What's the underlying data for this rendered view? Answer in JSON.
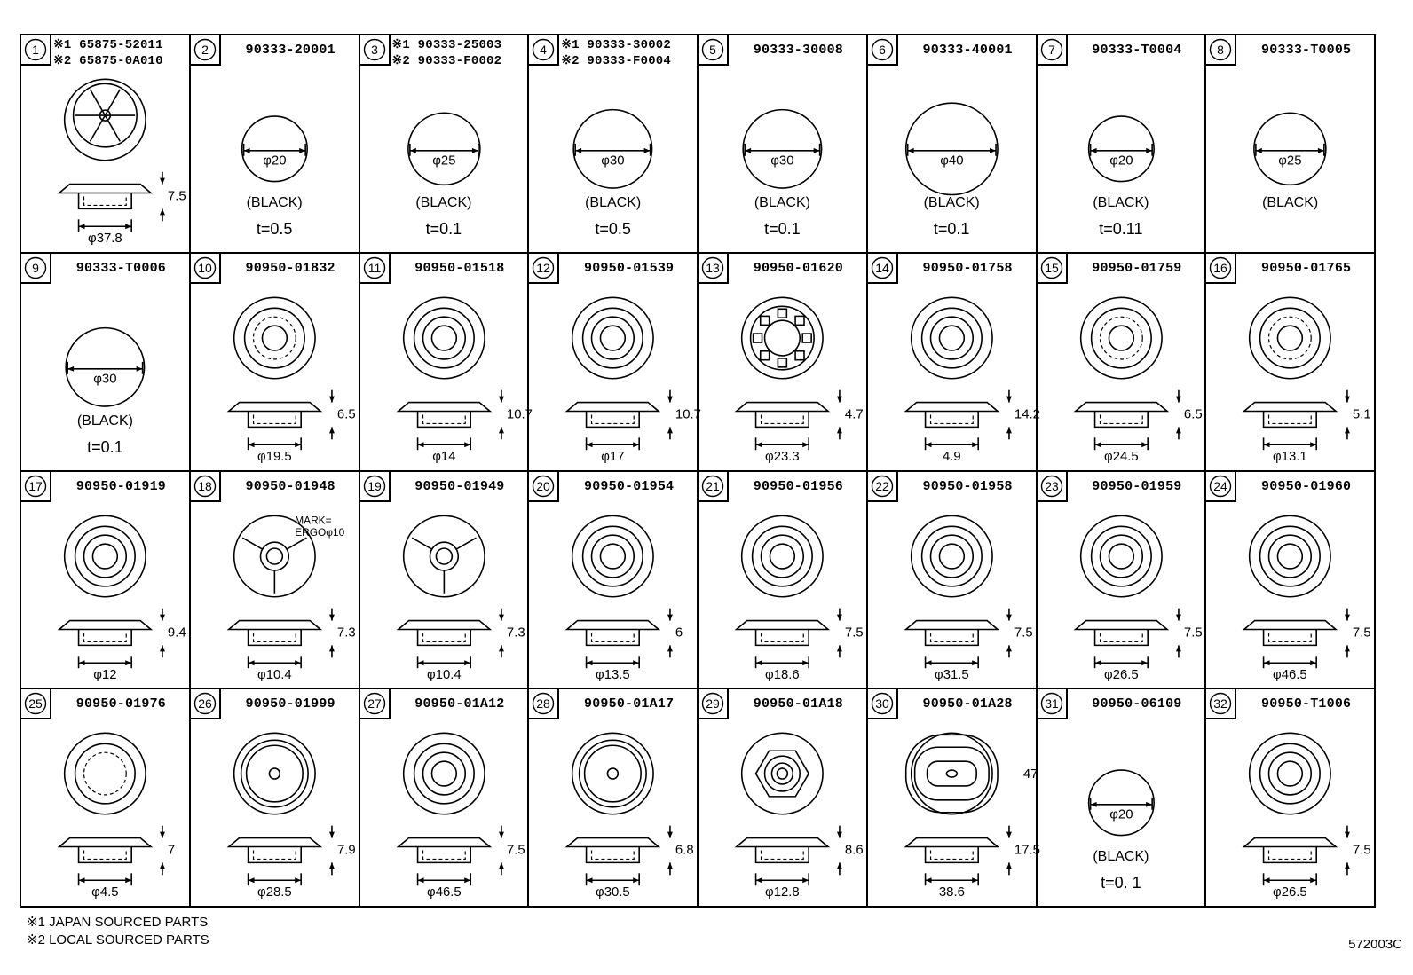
{
  "parts": [
    {
      "index": "1",
      "part_numbers": [
        "※1 65875-52011",
        "※2 65875-0A010"
      ],
      "shape": "grommet-spoke",
      "dims": {
        "height": "7.5",
        "diameter": "φ37.8"
      }
    },
    {
      "index": "2",
      "part_numbers": [
        "90333-20001"
      ],
      "shape": "plug",
      "dims": {
        "diameter": "φ20"
      },
      "color": "(BLACK)",
      "thickness": "t=0.5"
    },
    {
      "index": "3",
      "part_numbers": [
        "※1 90333-25003",
        "※2 90333-F0002"
      ],
      "shape": "plug",
      "dims": {
        "diameter": "φ25"
      },
      "color": "(BLACK)",
      "thickness": "t=0.1"
    },
    {
      "index": "4",
      "part_numbers": [
        "※1 90333-30002",
        "※2 90333-F0004"
      ],
      "shape": "plug",
      "dims": {
        "diameter": "φ30"
      },
      "color": "(BLACK)",
      "thickness": "t=0.5"
    },
    {
      "index": "5",
      "part_numbers": [
        "90333-30008"
      ],
      "shape": "plug",
      "dims": {
        "diameter": "φ30"
      },
      "color": "(BLACK)",
      "thickness": "t=0.1"
    },
    {
      "index": "6",
      "part_numbers": [
        "90333-40001"
      ],
      "shape": "plug",
      "dims": {
        "diameter": "φ40"
      },
      "color": "(BLACK)",
      "thickness": "t=0.1"
    },
    {
      "index": "7",
      "part_numbers": [
        "90333-T0004"
      ],
      "shape": "plug",
      "dims": {
        "diameter": "φ20"
      },
      "color": "(BLACK)",
      "thickness": "t=0.11"
    },
    {
      "index": "8",
      "part_numbers": [
        "90333-T0005"
      ],
      "shape": "plug",
      "dims": {
        "diameter": "φ25"
      },
      "color": "(BLACK)",
      "thickness": ""
    },
    {
      "index": "9",
      "part_numbers": [
        "90333-T0006"
      ],
      "shape": "plug",
      "dims": {
        "diameter": "φ30"
      },
      "color": "(BLACK)",
      "thickness": "t=0.1"
    },
    {
      "index": "10",
      "part_numbers": [
        "90950-01832"
      ],
      "shape": "grommet-dashed",
      "dims": {
        "height": "6.5",
        "diameter": "φ19.5"
      }
    },
    {
      "index": "11",
      "part_numbers": [
        "90950-01518"
      ],
      "shape": "grommet-dome",
      "dims": {
        "height": "10.7",
        "diameter": "φ14"
      }
    },
    {
      "index": "12",
      "part_numbers": [
        "90950-01539"
      ],
      "shape": "grommet-dome",
      "dims": {
        "height": "10.7",
        "diameter": "φ17"
      }
    },
    {
      "index": "13",
      "part_numbers": [
        "90950-01620"
      ],
      "shape": "grommet-star",
      "dims": {
        "height": "4.7",
        "diameter": "φ23.3"
      }
    },
    {
      "index": "14",
      "part_numbers": [
        "90950-01758"
      ],
      "shape": "clip-mushroom",
      "dims": {
        "height": "14.2",
        "diameter": "4.9"
      }
    },
    {
      "index": "15",
      "part_numbers": [
        "90950-01759"
      ],
      "shape": "grommet-dashed",
      "dims": {
        "height": "6.5",
        "diameter": "φ24.5"
      }
    },
    {
      "index": "16",
      "part_numbers": [
        "90950-01765"
      ],
      "shape": "grommet-dashed",
      "dims": {
        "height": "5.1",
        "diameter": "φ13.1"
      }
    },
    {
      "index": "17",
      "part_numbers": [
        "90950-01919"
      ],
      "shape": "grommet-tall",
      "dims": {
        "height": "9.4",
        "diameter": "φ12"
      }
    },
    {
      "index": "18",
      "part_numbers": [
        "90950-01948"
      ],
      "shape": "grommet-tri",
      "dims": {
        "height": "7.3",
        "diameter": "φ10.4"
      },
      "mark": [
        "MARK=",
        "ERGOφ10"
      ]
    },
    {
      "index": "19",
      "part_numbers": [
        "90950-01949"
      ],
      "shape": "grommet-tri",
      "dims": {
        "height": "7.3",
        "diameter": "φ10.4"
      }
    },
    {
      "index": "20",
      "part_numbers": [
        "90950-01954"
      ],
      "shape": "grommet-hat",
      "dims": {
        "height": "6",
        "diameter": "φ13.5"
      }
    },
    {
      "index": "21",
      "part_numbers": [
        "90950-01956"
      ],
      "shape": "grommet-hat",
      "dims": {
        "height": "7.5",
        "diameter": "φ18.6"
      }
    },
    {
      "index": "22",
      "part_numbers": [
        "90950-01958"
      ],
      "shape": "grommet-flat",
      "dims": {
        "height": "7.5",
        "diameter": "φ31.5"
      }
    },
    {
      "index": "23",
      "part_numbers": [
        "90950-01959"
      ],
      "shape": "grommet-flat",
      "dims": {
        "height": "7.5",
        "diameter": "φ26.5"
      }
    },
    {
      "index": "24",
      "part_numbers": [
        "90950-01960"
      ],
      "shape": "grommet-flat",
      "dims": {
        "height": "7.5",
        "diameter": "φ46.5"
      }
    },
    {
      "index": "25",
      "part_numbers": [
        "90950-01976"
      ],
      "shape": "grommet-funnel",
      "dims": {
        "height": "7",
        "diameter": "φ4.5"
      }
    },
    {
      "index": "26",
      "part_numbers": [
        "90950-01999"
      ],
      "shape": "grommet-dot",
      "dims": {
        "height": "7.9",
        "diameter": "φ28.5"
      }
    },
    {
      "index": "27",
      "part_numbers": [
        "90950-01A12"
      ],
      "shape": "grommet-flat",
      "dims": {
        "height": "7.5",
        "diameter": "φ46.5"
      }
    },
    {
      "index": "28",
      "part_numbers": [
        "90950-01A17"
      ],
      "shape": "grommet-dot",
      "dims": {
        "height": "6.8",
        "diameter": "φ30.5"
      }
    },
    {
      "index": "29",
      "part_numbers": [
        "90950-01A18"
      ],
      "shape": "grommet-hex",
      "dims": {
        "height": "8.6",
        "diameter": "φ12.8"
      }
    },
    {
      "index": "30",
      "part_numbers": [
        "90950-01A28"
      ],
      "shape": "grommet-oval",
      "dims": {
        "height": "17.5",
        "width": "47",
        "diameter": "38.6"
      }
    },
    {
      "index": "31",
      "part_numbers": [
        "90950-06109"
      ],
      "shape": "plug",
      "dims": {
        "diameter": "φ20"
      },
      "color": "(BLACK)",
      "thickness": "t=0. 1"
    },
    {
      "index": "32",
      "part_numbers": [
        "90950-T1006"
      ],
      "shape": "grommet-flat",
      "dims": {
        "height": "7.5",
        "diameter": "φ26.5"
      }
    }
  ],
  "legend": [
    "※1 JAPAN SOURCED PARTS",
    "※2 LOCAL SOURCED PARTS"
  ],
  "diagram_code": "572003C"
}
